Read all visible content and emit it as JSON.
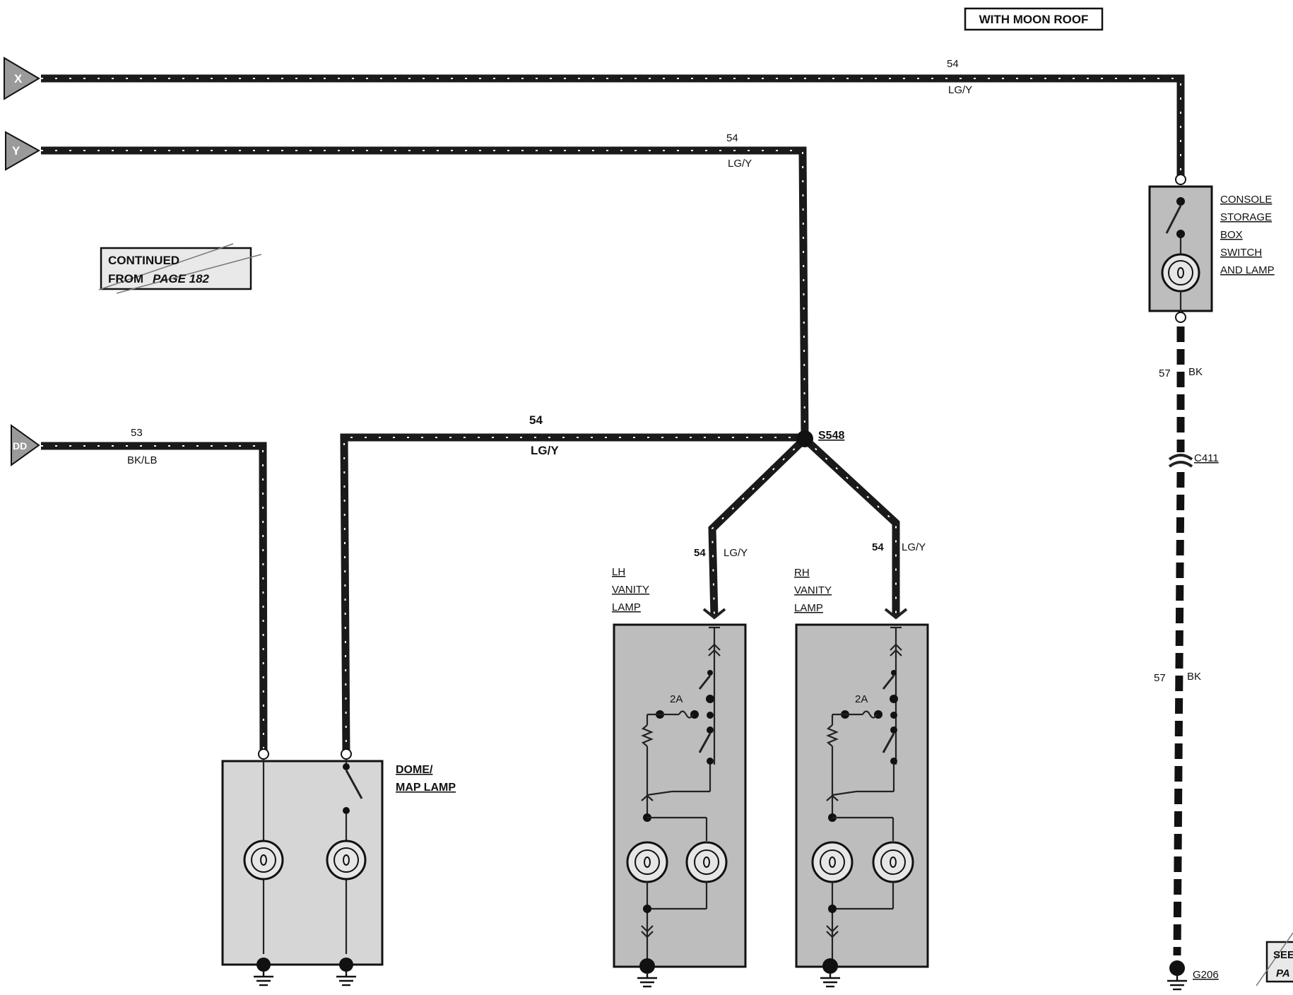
{
  "header": {
    "condition_box": "WITH MOON ROOF"
  },
  "continued_note": {
    "line1": "CONTINUED",
    "line2_prefix": "FROM ",
    "line2_page": "PAGE 182"
  },
  "connectors": [
    {
      "id": "X",
      "label": "X"
    },
    {
      "id": "Y",
      "label": "Y"
    },
    {
      "id": "DD",
      "label": "DD"
    }
  ],
  "wires": {
    "x_circuit": "54",
    "x_color": "LG/Y",
    "y_circuit": "54",
    "y_color": "LG/Y",
    "dome_feed_circuit": "54",
    "dome_feed_color": "LG/Y",
    "dd_circuit": "53",
    "dd_color": "BK/LB",
    "lh_branch_circuit": "54",
    "lh_branch_color": "LG/Y",
    "rh_branch_circuit": "54",
    "rh_branch_color": "LG/Y",
    "ground_upper_circuit": "57",
    "ground_upper_color": "BK",
    "ground_lower_circuit": "57",
    "ground_lower_color": "BK"
  },
  "splice": {
    "label": "S548"
  },
  "connector_c": {
    "label": "C411"
  },
  "ground": {
    "label": "G206"
  },
  "components": {
    "console": {
      "lines": [
        "CONSOLE",
        "STORAGE",
        "BOX",
        "SWITCH",
        "AND LAMP"
      ]
    },
    "dome": {
      "lines": [
        "DOME/",
        "MAP LAMP"
      ]
    },
    "lh_vanity": {
      "lines": [
        "LH",
        "VANITY",
        "LAMP"
      ],
      "fuse": "2A"
    },
    "rh_vanity": {
      "lines": [
        "RH",
        "VANITY",
        "LAMP"
      ],
      "fuse": "2A"
    }
  },
  "see_note": {
    "line1": "SEE",
    "line2": "PA"
  },
  "colors": {
    "wire": "#1a1a1a",
    "component_fill": "#bdbdbd",
    "background": "#ffffff"
  }
}
